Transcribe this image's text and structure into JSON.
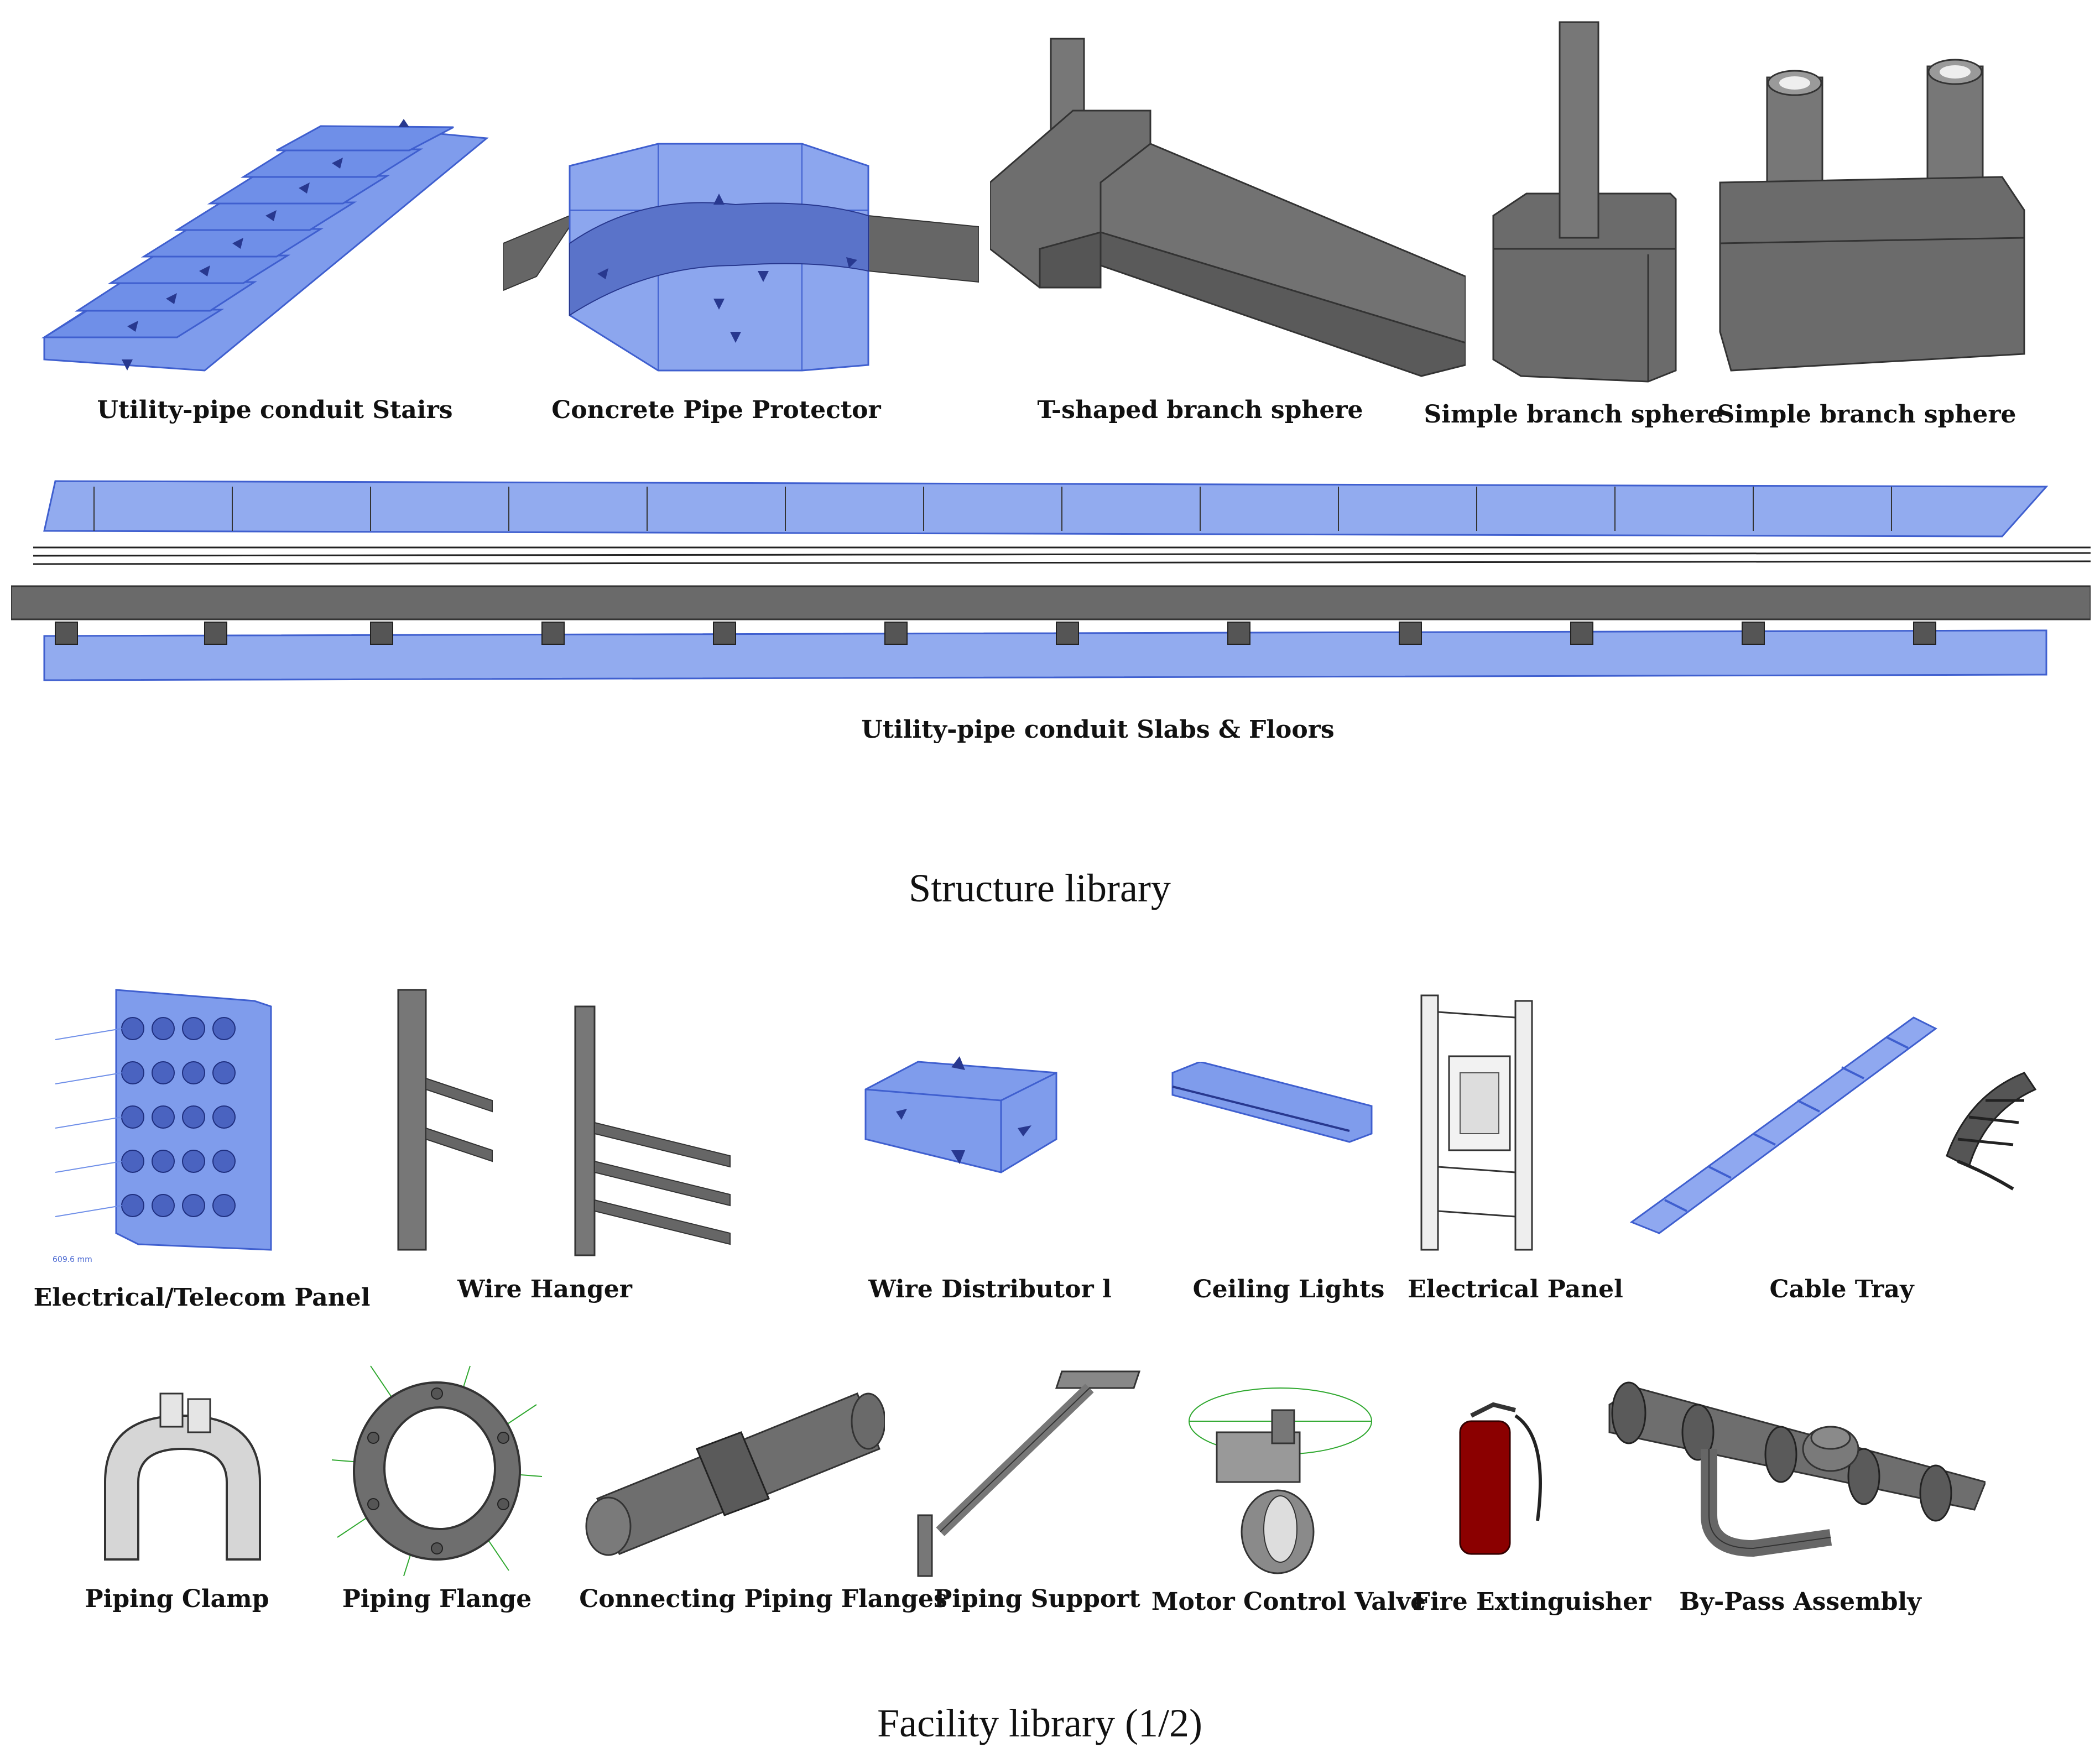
{
  "colors": {
    "selection_blue": "#6f8fe8",
    "selection_edge": "#3f5fcf",
    "concrete_gray": "#6e6e6e",
    "concrete_dark": "#4d4d4d",
    "light_gray": "#d9d9d9",
    "extinguisher_red": "#8b0000",
    "guide_green": "#2fa82f"
  },
  "structure_library": {
    "title": "Structure library",
    "items": [
      {
        "label": "Utility-pipe conduit Stairs"
      },
      {
        "label": "Concrete Pipe Protector"
      },
      {
        "label": "T-shaped branch sphere"
      },
      {
        "label": "Simple branch sphere"
      },
      {
        "label": "Simple branch sphere"
      },
      {
        "label": "Utility-pipe conduit Slabs & Floors"
      }
    ]
  },
  "facility_library": {
    "title": "Facility library (1/2)",
    "items": [
      {
        "label": "Electrical/Telecom Panel"
      },
      {
        "label": "Wire Hanger"
      },
      {
        "label": "Wire Distributor l"
      },
      {
        "label": "Ceiling Lights"
      },
      {
        "label": "Electrical Panel"
      },
      {
        "label": "Cable Tray"
      },
      {
        "label": "Piping Clamp"
      },
      {
        "label": "Piping Flange"
      },
      {
        "label": "Connecting Piping Flanges"
      },
      {
        "label": "Piping Support"
      },
      {
        "label": "Motor Control Valve"
      },
      {
        "label": "Fire Extinguisher"
      },
      {
        "label": "By-Pass Assembly"
      }
    ],
    "dimension_label": "609.6 mm"
  }
}
